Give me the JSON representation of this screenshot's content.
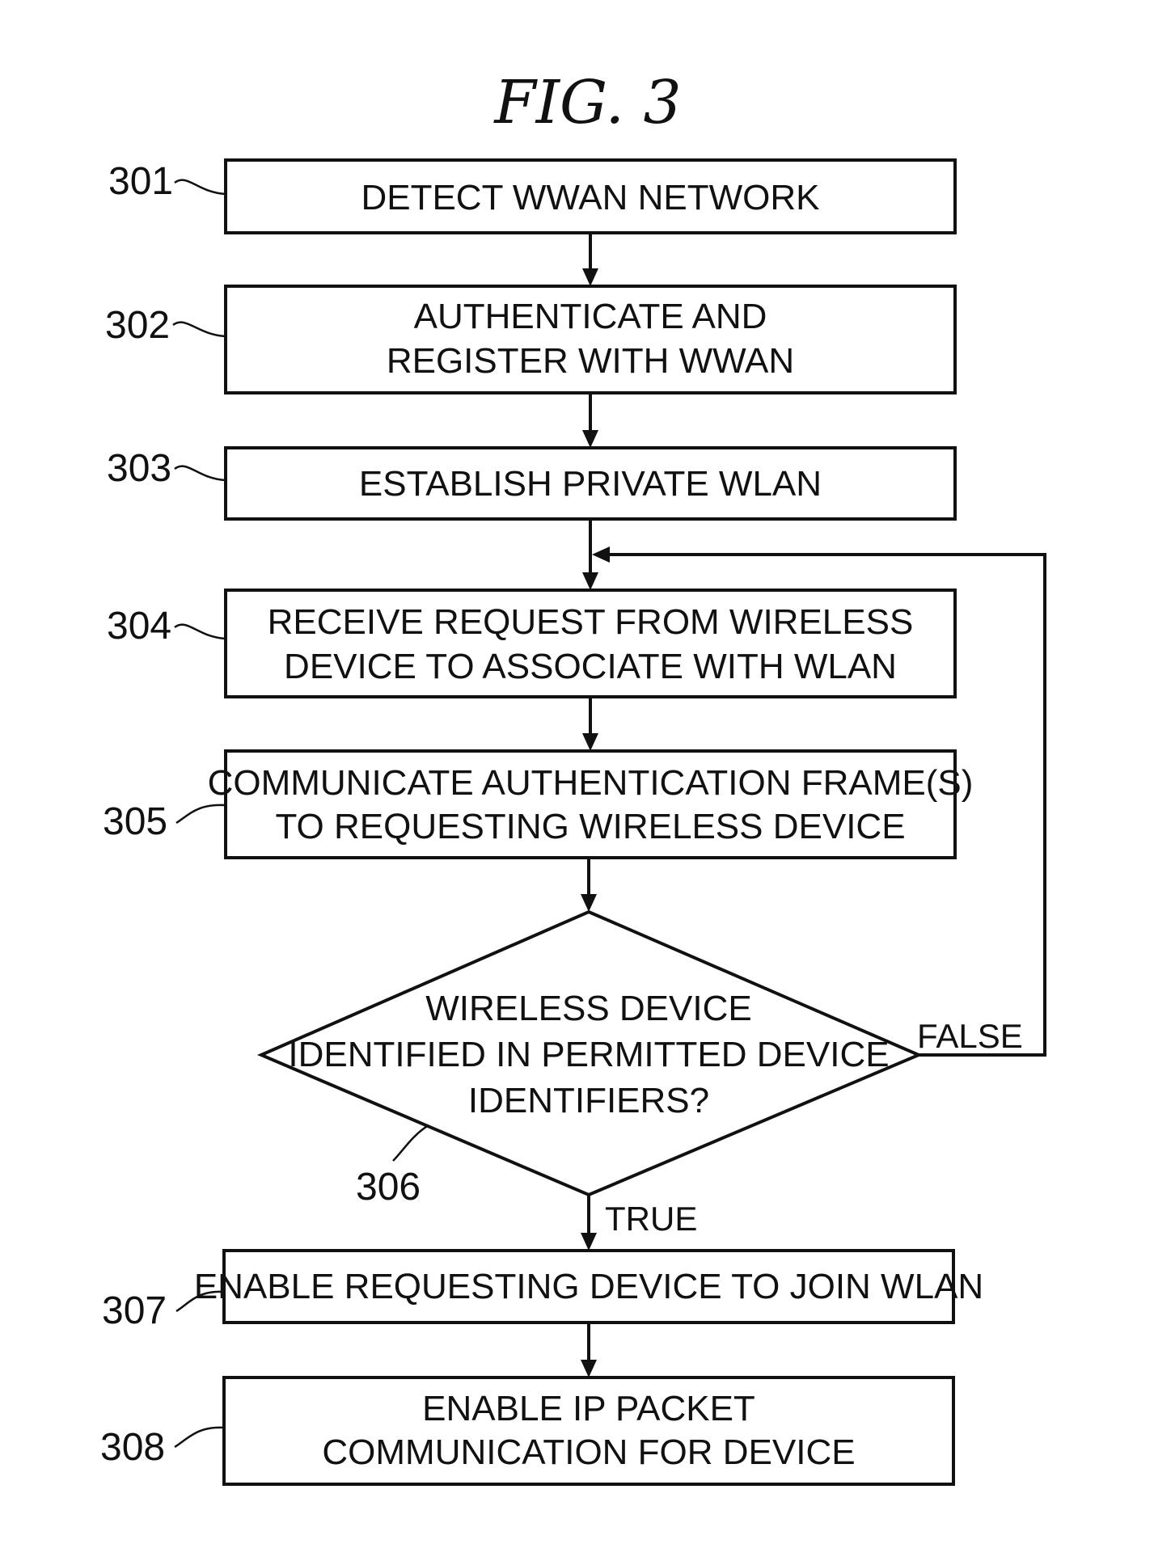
{
  "figure": {
    "title": "FIG. 3"
  },
  "steps": [
    {
      "ref": "301",
      "lines": [
        "DETECT WWAN NETWORK"
      ]
    },
    {
      "ref": "302",
      "lines": [
        "AUTHENTICATE AND",
        "REGISTER WITH WWAN"
      ]
    },
    {
      "ref": "303",
      "lines": [
        "ESTABLISH PRIVATE WLAN"
      ]
    },
    {
      "ref": "304",
      "lines": [
        "RECEIVE REQUEST FROM WIRELESS",
        "DEVICE TO ASSOCIATE WITH WLAN"
      ]
    },
    {
      "ref": "305",
      "lines": [
        "COMMUNICATE AUTHENTICATION FRAME(S)",
        "TO REQUESTING WIRELESS DEVICE"
      ]
    },
    {
      "ref": "307",
      "lines": [
        "ENABLE REQUESTING DEVICE TO JOIN WLAN"
      ]
    },
    {
      "ref": "308",
      "lines": [
        "ENABLE IP PACKET",
        "COMMUNICATION FOR DEVICE"
      ]
    }
  ],
  "decision": {
    "ref": "306",
    "lines": [
      "WIRELESS DEVICE",
      "IDENTIFIED IN PERMITTED DEVICE",
      "IDENTIFIERS?"
    ],
    "true_label": "TRUE",
    "false_label": "FALSE"
  }
}
